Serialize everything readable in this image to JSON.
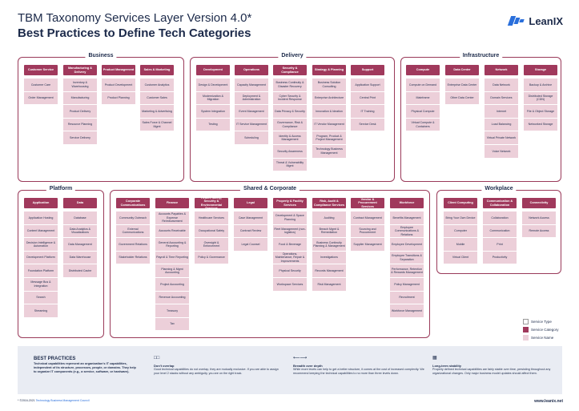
{
  "header": {
    "title_line1": "TBM Taxonomy Services Layer Version 4.0*",
    "title_line2": "Best Practices to Define Tech Categories",
    "brand": "LeanIX"
  },
  "sections": [
    {
      "key": "business",
      "label": "Business",
      "columns": [
        {
          "key": "customer-service",
          "name": "Customer Service",
          "services": [
            "Customer Care",
            "Order Management"
          ]
        },
        {
          "key": "manufacturing-delivery",
          "name": "Manufacturing & Delivery",
          "services": [
            "Inventory & Warehousing",
            "Manufacturing",
            "Product Delivery",
            "Resource Planning",
            "Service Delivery"
          ]
        },
        {
          "key": "product-management",
          "name": "Product Management",
          "services": [
            "Product Development",
            "Product Planning"
          ]
        },
        {
          "key": "sales-marketing",
          "name": "Sales & Marketing",
          "services": [
            "Customer Analytics",
            "Customer Sales",
            "Marketing & Advertising",
            "Sales Force & Channel Mgmt"
          ]
        }
      ]
    },
    {
      "key": "delivery",
      "label": "Delivery",
      "columns": [
        {
          "key": "development",
          "name": "Development",
          "services": [
            "Design & Development",
            "Modernization & Migration",
            "System Integration",
            "Testing"
          ]
        },
        {
          "key": "operations",
          "name": "Operations",
          "services": [
            "Capacity Management",
            "Deployment & Administration",
            "Event Management",
            "IT Service Management",
            "Scheduling"
          ]
        },
        {
          "key": "security-compliance",
          "name": "Security & Compliance",
          "services": [
            "Business Continuity & Disaster Recovery",
            "Cyber Security & Incident Response",
            "Data Privacy & Security",
            "Governance, Risk & Compliance",
            "Identity & Access Management",
            "Security Awareness",
            "Threat & Vulnerability Mgmt"
          ]
        },
        {
          "key": "strategy-planning",
          "name": "Strategy & Planning",
          "services": [
            "Business Solution Consulting",
            "Enterprise Architecture",
            "Innovation & Ideation",
            "IT Vendor Management",
            "Program, Product & Project Management",
            "Technology Business Management"
          ]
        },
        {
          "key": "support",
          "name": "Support",
          "services": [
            "Application Support",
            "Central Print",
            "IT Training",
            "Service Desk"
          ]
        }
      ]
    },
    {
      "key": "infrastructure",
      "label": "Infrastructure",
      "columns": [
        {
          "key": "compute",
          "name": "Compute",
          "services": [
            "Compute on Demand",
            "Mainframe",
            "Physical Compute",
            "Virtual Compute & Containers"
          ]
        },
        {
          "key": "data-center",
          "name": "Data Center",
          "services": [
            "Enterprise Data Center",
            "Other Data Center"
          ]
        },
        {
          "key": "network",
          "name": "Network",
          "services": [
            "Data Network",
            "Domain Services",
            "Internet",
            "Load Balancing",
            "Virtual Private Network",
            "Voice Network"
          ]
        },
        {
          "key": "storage",
          "name": "Storage",
          "services": [
            "Backup & Archive",
            "Distributed Storage (CDN)",
            "File & Object Storage",
            "Networked Storage"
          ]
        }
      ]
    },
    {
      "key": "platform",
      "label": "Platform",
      "columns": [
        {
          "key": "application",
          "name": "Application",
          "services": [
            "Application Hosting",
            "Content Management",
            "Decision Intelligence & Automation",
            "Development Platform",
            "Foundation Platform",
            "Message Bus & Integration",
            "Search",
            "Streaming"
          ]
        },
        {
          "key": "data",
          "name": "Data",
          "services": [
            "Database",
            "Data Analytics & Visualizations",
            "Data Management",
            "Data Warehouse",
            "Distributed Cache"
          ]
        }
      ]
    },
    {
      "key": "shared-corporate",
      "label": "Shared & Corporate",
      "columns": [
        {
          "key": "corporate-communications",
          "name": "Corporate Communications",
          "services": [
            "Community Outreach",
            "External Communications",
            "Government Relations",
            "Stakeholder Relations"
          ]
        },
        {
          "key": "finance",
          "name": "Finance",
          "services": [
            "Accounts Payables & Expense Reimbursement",
            "Accounts Receivable",
            "General Accounting & Reporting",
            "Payroll & Time Reporting",
            "Planning & Mgmt Accounting",
            "Project Accounting",
            "Revenue Accounting",
            "Treasury",
            "Tax"
          ]
        },
        {
          "key": "health-safety",
          "name": "Health, Safety, Security & Environmental Services",
          "services": [
            "Healthcare Services",
            "Occupational Safety",
            "Oversight & Enforcement",
            "Policy & Governance"
          ]
        },
        {
          "key": "legal",
          "name": "Legal",
          "services": [
            "Case Management",
            "Contract Review",
            "Legal Counsel"
          ]
        },
        {
          "key": "property-facility",
          "name": "Property & Facility Services",
          "services": [
            "Development & Space Planning",
            "Fleet Management (non-logistics)",
            "Food & Beverage",
            "Operations, Maintenance, Repair & Improvements",
            "Physical Security",
            "Workspace Services"
          ]
        },
        {
          "key": "risk-audit",
          "name": "Risk, Audit & Compliance Services",
          "services": [
            "Auditing",
            "Breach Mgmt & Remediation",
            "Business Continuity Planning & Management",
            "Investigations",
            "Records Management",
            "Risk Management"
          ]
        },
        {
          "key": "vendor-procurement",
          "name": "Vendor & Procurement Services",
          "services": [
            "Contract Management",
            "Sourcing and Procurement",
            "Supplier Management"
          ]
        },
        {
          "key": "workforce",
          "name": "Workforce",
          "services": [
            "Benefits Management",
            "Employee Communications & Relations",
            "Employee Development",
            "Employee Transitions & Separation",
            "Performance, Retention & Rewards Management",
            "Policy Management",
            "Recruitment",
            "Workforce Management"
          ]
        }
      ]
    },
    {
      "key": "workplace",
      "label": "Workplace",
      "columns": [
        {
          "key": "client-computing",
          "name": "Client Computing",
          "services": [
            "Bring Your Own Device",
            "Computer",
            "Mobile",
            "Virtual Client"
          ]
        },
        {
          "key": "communication-collaboration",
          "name": "Communication & Collaboration",
          "services": [
            "Collaboration",
            "Communication",
            "Print",
            "Productivity"
          ]
        },
        {
          "key": "connectivity",
          "name": "Connectivity",
          "services": [
            "Network Access",
            "Remote Access"
          ]
        }
      ]
    }
  ],
  "legend": {
    "service_type": "Service Type",
    "service_category": "Service Category",
    "service_name": "Service Name"
  },
  "best_practices": {
    "title": "BEST PRACTICES",
    "intro": "Technical capabilities represent an organization's IT capabilities, independent of its structure, processes, people, or domains. They help to organize IT components (e.g., a service, software, or hardware).",
    "tips": [
      {
        "key": "dont-overlap",
        "heading": "Don't overlap",
        "body": "Good technical capabilities do not overlap, they are mutually exclusive. If you are able to assign your level 2 stacks without any ambiguity, you are on the right track."
      },
      {
        "key": "breadth-over-depth",
        "heading": "Breadth over depth",
        "body": "While more levels can help to get a better structure, it comes at the cost of increased complexity. We recommend keeping the technical capabilities to no more than three levels down."
      },
      {
        "key": "long-term-stability",
        "heading": "Long-term stability",
        "body": "Properly defined technical capabilities are fairly stable over time, persisting throughout any organizational changes. Only major business model updates should affect them."
      }
    ]
  },
  "footer": {
    "note_prefix": "* ©2016-2021",
    "note_link": "Technology Business Management Council",
    "url": "www.leanix.net"
  },
  "colors": {
    "service_type_border": "#9a3a5a",
    "service_category": "#a0395c",
    "service_name": "#eccfd9",
    "brand_blue": "#2a6fdb",
    "text": "#1c2a4a"
  }
}
